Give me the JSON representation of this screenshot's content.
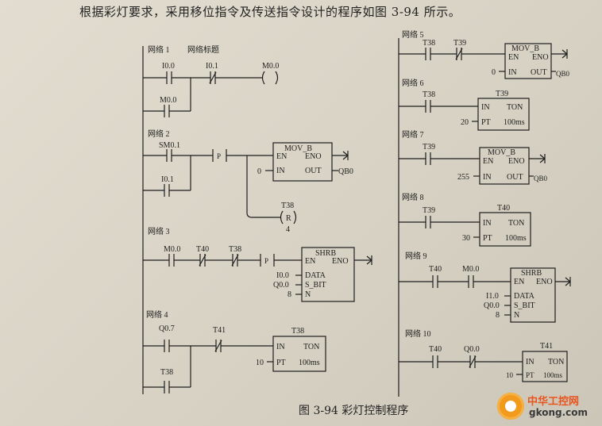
{
  "intro": "根据彩灯要求，采用移位指令及传送指令设计的程序如图 3-94 所示。",
  "caption": "图 3-94    彩灯控制程序",
  "watermark": {
    "top": "中华工控网",
    "bottom": "gkong.com"
  },
  "networks": {
    "n1": {
      "title": "网络 1",
      "subtitle": "网络标题",
      "c1": "I0.0",
      "c2": "I0.1",
      "c3": "M0.0",
      "coil": "M0.0"
    },
    "n2": {
      "title": "网络 2",
      "c1": "SM0.1",
      "c2": "I0.1",
      "p": "P",
      "box": "MOV_B",
      "en": "EN",
      "eno": "ENO",
      "in_label": "IN",
      "out_label": "OUT",
      "in_val": "0",
      "out_val": "QB0",
      "coil": "T38",
      "coil_mark": "R",
      "coil_n": "4"
    },
    "n3": {
      "title": "网络 3",
      "c1": "M0.0",
      "c2": "T40",
      "c3": "T38",
      "p": "P",
      "box": "SHRB",
      "en": "EN",
      "eno": "ENO",
      "data": "DATA",
      "sbit": "S_BIT",
      "n": "N",
      "data_val": "I0.0",
      "sbit_val": "Q0.0",
      "n_val": "8"
    },
    "n4": {
      "title": "网络 4",
      "c1": "Q0.7",
      "c2": "T41",
      "c3": "T38",
      "box": "T38",
      "in_label": "IN",
      "type": "TON",
      "pt": "PT",
      "pt_val": "10",
      "unit": "100ms"
    },
    "n5": {
      "title": "网络 5",
      "c1": "T38",
      "c2": "T39",
      "box": "MOV_B",
      "en": "EN",
      "eno": "ENO",
      "in_label": "IN",
      "out_label": "OUT",
      "in_val": "0",
      "out_val": "QB0"
    },
    "n6": {
      "title": "网络 6",
      "c1": "T38",
      "box": "T39",
      "in_label": "IN",
      "type": "TON",
      "pt": "PT",
      "pt_val": "20",
      "unit": "100ms"
    },
    "n7": {
      "title": "网络 7",
      "c1": "T39",
      "box": "MOV_B",
      "en": "EN",
      "eno": "ENO",
      "in_label": "IN",
      "out_label": "OUT",
      "in_val": "255",
      "out_val": "QB0"
    },
    "n8": {
      "title": "网络 8",
      "c1": "T39",
      "box": "T40",
      "in_label": "IN",
      "type": "TON",
      "pt": "PT",
      "pt_val": "30",
      "unit": "100ms"
    },
    "n9": {
      "title": "网络 9",
      "c1": "T40",
      "c2": "M0.0",
      "box": "SHRB",
      "en": "EN",
      "eno": "ENO",
      "data": "DATA",
      "sbit": "S_BIT",
      "n": "N",
      "data_val": "I1.0",
      "sbit_val": "Q0.0",
      "n_val": "8"
    },
    "n10": {
      "title": "网络 10",
      "c1": "T40",
      "c2": "Q0.0",
      "box": "T41",
      "in_label": "IN",
      "type": "TON",
      "pt": "PT",
      "pt_val": "10",
      "unit": "100ms"
    }
  }
}
